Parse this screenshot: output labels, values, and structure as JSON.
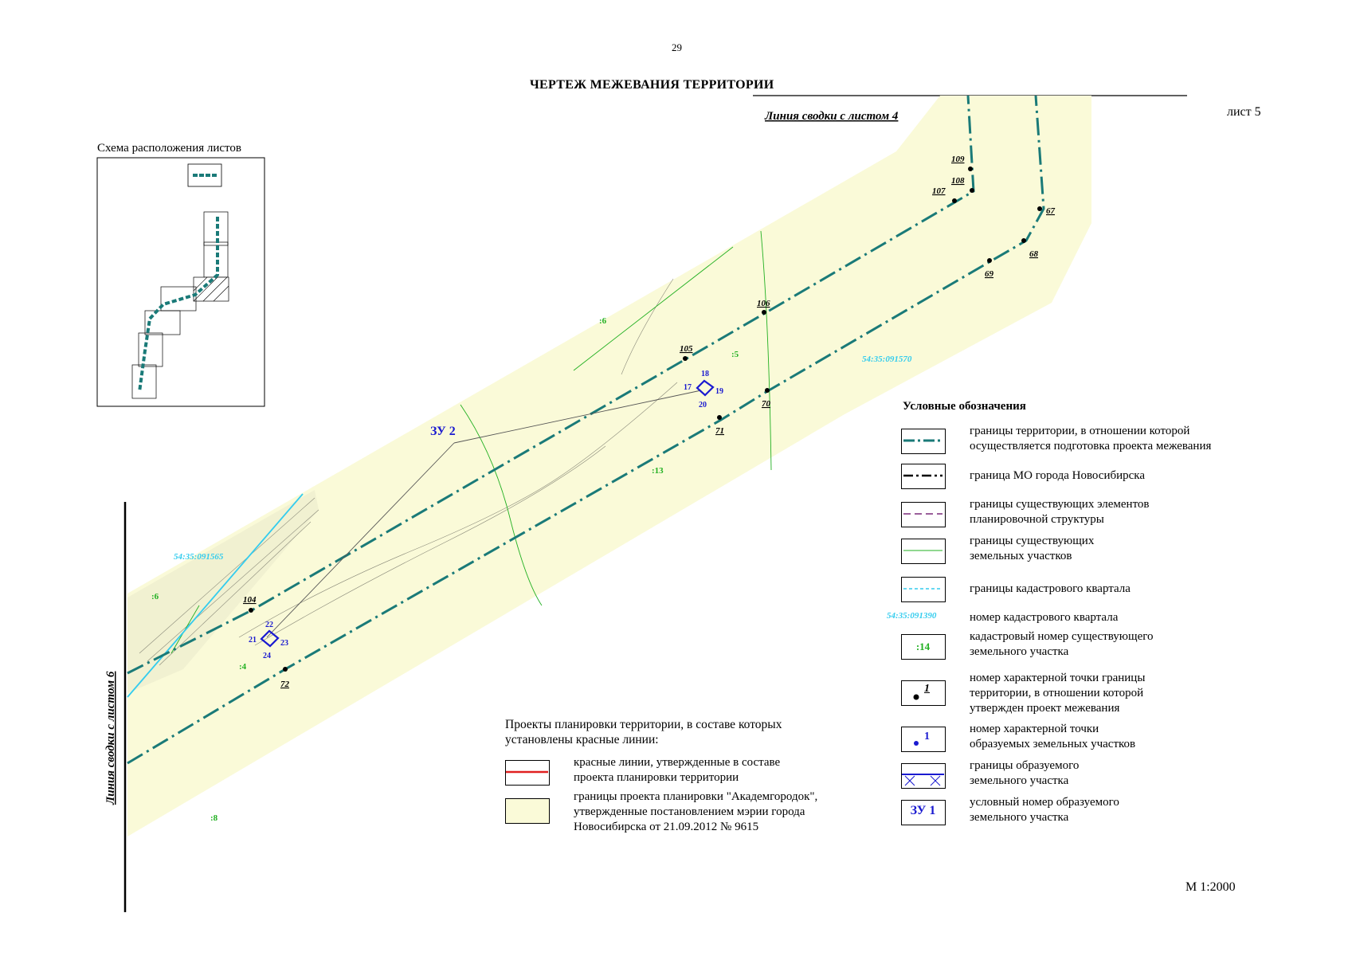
{
  "page_number": "29",
  "title": "ЧЕРТЕЖ МЕЖЕВАНИЯ ТЕРРИТОРИИ",
  "sheet_label": "лист 5",
  "scale": "М 1:2000",
  "junction_top": "Линия сводки с листом 4",
  "junction_left": "Линия сводки с листом 6",
  "sheet_scheme_title": "Схема расположения листов",
  "parcels": {
    "zu2": "ЗУ 2"
  },
  "cadastral_quarters": [
    "54:35:091570",
    "54:35:091565"
  ],
  "existing_parcels": [
    ":6",
    ":5",
    ":13",
    ":6",
    ":4",
    ":8"
  ],
  "boundary_points": [
    "109",
    "108",
    "107",
    "67",
    "68",
    "69",
    "106",
    "105",
    "70",
    "71",
    "104",
    "72"
  ],
  "parcel_points": [
    "17",
    "18",
    "19",
    "20",
    "21",
    "22",
    "23",
    "24"
  ],
  "legend": {
    "title": "Условные обозначения",
    "items": [
      {
        "text1": "границы территории, в отношении которой",
        "text2": "осуществляется подготовка проекта межевания"
      },
      {
        "text1": "граница МО города Новосибирска",
        "text2": ""
      },
      {
        "text1": "границы существующих элементов",
        "text2": "планировочной структуры"
      },
      {
        "text1": "границы существующих",
        "text2": "земельных участков"
      },
      {
        "text1": "границы кадастрового квартала",
        "text2": ""
      },
      {
        "text1": "номер кадастрового квартала",
        "text2": "",
        "sample": "54:35:091390"
      },
      {
        "text1": "кадастровый номер существующего",
        "text2": "земельного участка",
        "sample": ":14"
      },
      {
        "text1": "номер характерной точки границы",
        "text2": "территории, в отношении которой",
        "text3": "утвержден проект межевания",
        "sample": "1"
      },
      {
        "text1": "номер характерной точки",
        "text2": "образуемых земельных участков",
        "sample": "1"
      },
      {
        "text1": "границы образуемого",
        "text2": "земельного участка"
      },
      {
        "text1": "условный номер образуемого",
        "text2": "земельного участка",
        "sample": "ЗУ 1"
      }
    ]
  },
  "planning": {
    "title1": "Проекты планировки территории, в составе которых",
    "title2": "установлены красные линии:",
    "items": [
      {
        "text1": "красные линии, утвержденные в составе",
        "text2": "проекта планировки территории",
        "text3": ""
      },
      {
        "text1": "границы проекта планировки \"Академгородок\",",
        "text2": "утвержденные постановлением мэрии города",
        "text3": "Новосибирска от 21.09.2012 № 9615"
      }
    ]
  },
  "colors": {
    "teal_boundary": "#1a7a78",
    "planning_fill": "#fafad8",
    "parcel_blue": "#1a1ad0",
    "parcel_green": "#22b022",
    "cadastral_cyan": "#33ccee",
    "red_line": "#e02020"
  }
}
